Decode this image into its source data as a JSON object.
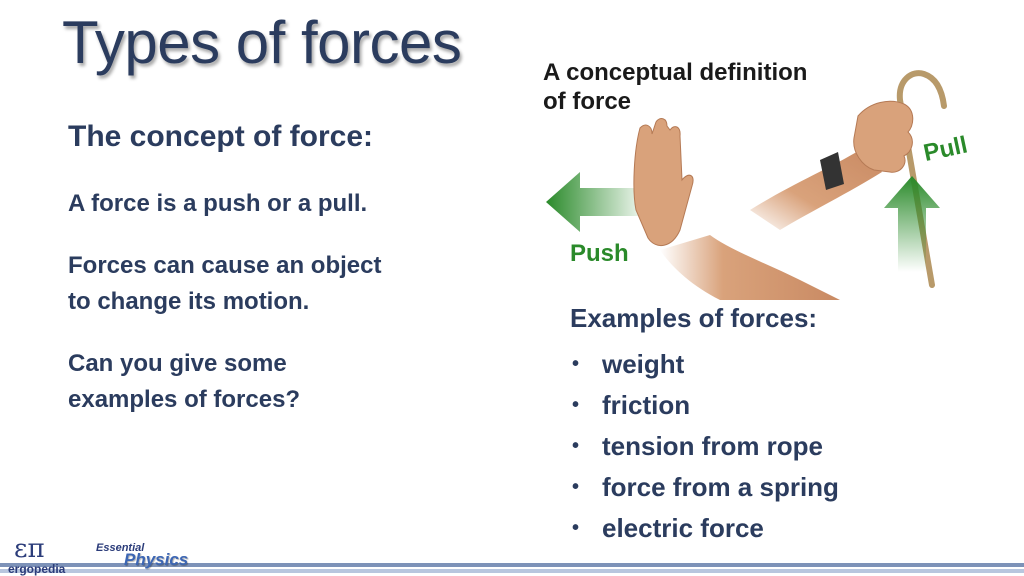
{
  "slide": {
    "title": "Types of forces",
    "concept_heading": "The concept of force:",
    "paragraph1": "A force is a push or a pull.",
    "paragraph2_line1": "Forces can cause an object",
    "paragraph2_line2": "to change its motion.",
    "paragraph3_line1": "Can you give some",
    "paragraph3_line2": "examples of forces?"
  },
  "figure": {
    "caption_line1": "A conceptual definition",
    "caption_line2": "of force",
    "push_label": "Push",
    "pull_label": "Pull",
    "arrow_color": "#2a8a2a",
    "skin_color": "#d9a27b"
  },
  "examples": {
    "heading": "Examples of forces:",
    "bullet": "•",
    "items": [
      "weight",
      "friction",
      "tension from rope",
      "force from a spring",
      "electric force"
    ]
  },
  "footer": {
    "logo_symbol": "επ",
    "logo_brand": "ergopedia",
    "series_top": "Essential",
    "series_bottom": "Physics"
  },
  "colors": {
    "text": "#2b3c5e",
    "accent_green": "#2a8a2a",
    "footer_dark": "#7d92b8",
    "footer_light": "#b8c6de"
  }
}
